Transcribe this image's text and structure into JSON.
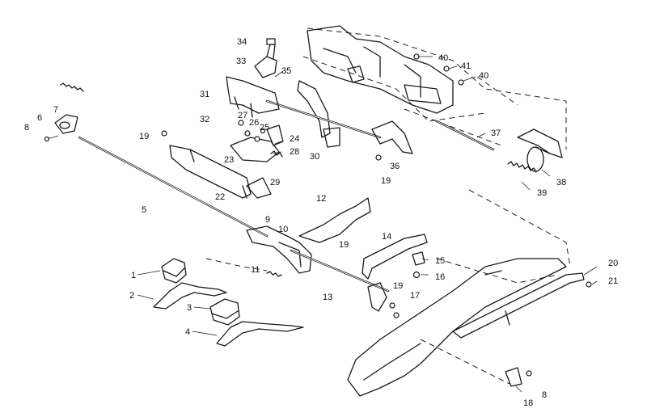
{
  "callouts": {
    "c1": "1",
    "c2": "2",
    "c3": "3",
    "c4": "4",
    "c5": "5",
    "c6": "6",
    "c7": "7",
    "c8a": "8",
    "c8b": "8",
    "c9": "9",
    "c10": "10",
    "c11": "11",
    "c12": "12",
    "c13": "13",
    "c14": "14",
    "c15": "15",
    "c16": "16",
    "c17": "17",
    "c18": "18",
    "c19a": "19",
    "c19b": "19",
    "c19c": "19",
    "c19d": "19",
    "c20": "20",
    "c21": "21",
    "c22": "22",
    "c23": "23",
    "c24": "24",
    "c25": "25",
    "c26": "26",
    "c27": "27",
    "c28": "28",
    "c29": "29",
    "c30": "30",
    "c31": "31",
    "c32": "32",
    "c33": "33",
    "c34": "34",
    "c35": "35",
    "c36": "36",
    "c37": "37",
    "c38": "38",
    "c39": "39",
    "c40a": "40",
    "c40b": "40",
    "c41": "41"
  },
  "colors": {
    "line": "#1a1a1a",
    "background": "#ffffff"
  }
}
